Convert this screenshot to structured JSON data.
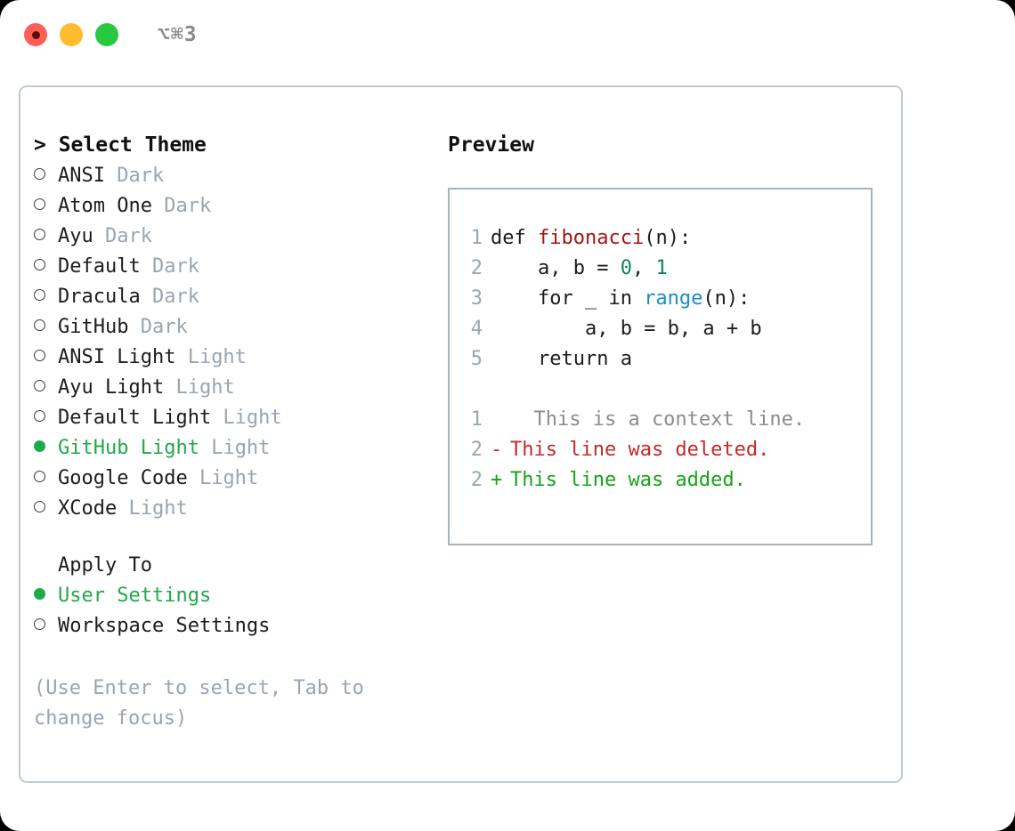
{
  "titlebar": {
    "shortcut": "⌥⌘3",
    "lights": [
      "close",
      "minimize",
      "zoom"
    ]
  },
  "theme_select": {
    "prompt": "> Select Theme",
    "items": [
      {
        "label": "ANSI",
        "tag": "Dark",
        "selected": false
      },
      {
        "label": "Atom One",
        "tag": "Dark",
        "selected": false
      },
      {
        "label": "Ayu",
        "tag": "Dark",
        "selected": false
      },
      {
        "label": "Default",
        "tag": "Dark",
        "selected": false
      },
      {
        "label": "Dracula",
        "tag": "Dark",
        "selected": false
      },
      {
        "label": "GitHub",
        "tag": "Dark",
        "selected": false
      },
      {
        "label": "ANSI Light",
        "tag": "Light",
        "selected": false
      },
      {
        "label": "Ayu Light",
        "tag": "Light",
        "selected": false
      },
      {
        "label": "Default Light",
        "tag": "Light",
        "selected": false
      },
      {
        "label": "GitHub Light",
        "tag": "Light",
        "selected": true
      },
      {
        "label": "Google Code",
        "tag": "Light",
        "selected": false
      },
      {
        "label": "XCode",
        "tag": "Light",
        "selected": false
      }
    ]
  },
  "apply_to": {
    "heading": "Apply To",
    "options": [
      {
        "label": "User Settings",
        "selected": true
      },
      {
        "label": "Workspace Settings",
        "selected": false
      }
    ]
  },
  "hint": "(Use Enter to select, Tab to change focus)",
  "preview": {
    "title": "Preview",
    "code_lines": [
      {
        "num": "1",
        "segments": [
          {
            "text": "def ",
            "style": "plain"
          },
          {
            "text": "fibonacci",
            "style": "fn"
          },
          {
            "text": "(n):",
            "style": "plain"
          }
        ]
      },
      {
        "num": "2",
        "segments": [
          {
            "text": "    a, b = ",
            "style": "plain"
          },
          {
            "text": "0",
            "style": "num"
          },
          {
            "text": ", ",
            "style": "plain"
          },
          {
            "text": "1",
            "style": "num"
          }
        ]
      },
      {
        "num": "3",
        "segments": [
          {
            "text": "    for _ in ",
            "style": "plain"
          },
          {
            "text": "range",
            "style": "call"
          },
          {
            "text": "(n):",
            "style": "plain"
          }
        ]
      },
      {
        "num": "4",
        "segments": [
          {
            "text": "        a, b = b, a + b",
            "style": "plain"
          }
        ]
      },
      {
        "num": "5",
        "segments": [
          {
            "text": "    return a",
            "style": "plain"
          }
        ]
      }
    ],
    "diff_lines": [
      {
        "num": "1",
        "mark": " ",
        "text": "  This is a context line.",
        "kind": "ctx"
      },
      {
        "num": "2",
        "mark": "-",
        "text": "This line was deleted.",
        "kind": "del"
      },
      {
        "num": "2",
        "mark": "+",
        "text": "This line was added.",
        "kind": "add"
      }
    ]
  },
  "colors": {
    "accent_green": "#1faa4a",
    "muted": "#9aa5b1",
    "border": "#c2cad4",
    "preview_border": "#a8b2c0",
    "fn": "#a31515",
    "num": "#098658",
    "call": "#1a8cc8",
    "diff_del": "#c62828",
    "diff_add": "#16a316"
  }
}
